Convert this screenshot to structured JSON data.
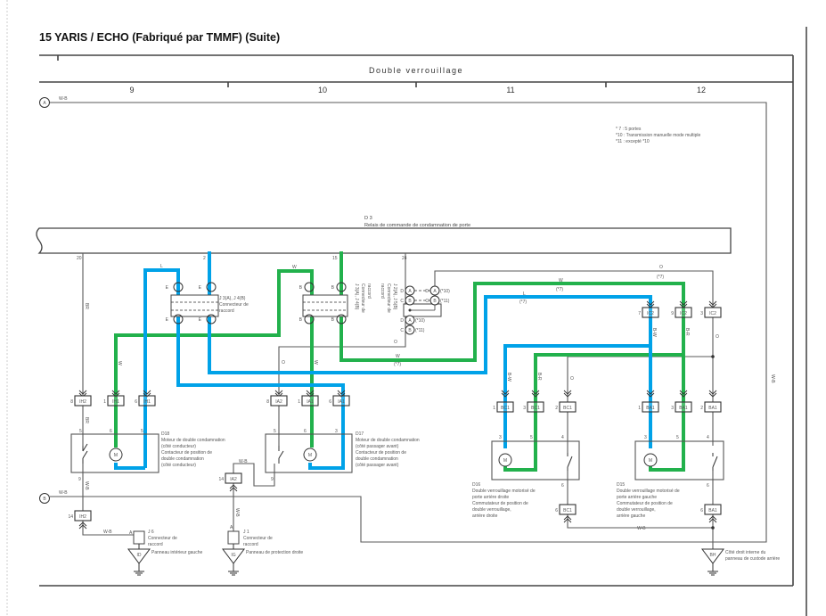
{
  "title": "15 YARIS / ECHO (Fabriqué par TMMF) (Suite)",
  "section_title": "Double verrouillage",
  "columns": [
    "9",
    "10",
    "11",
    "12"
  ],
  "notes": [
    "* 7 : 5 portes",
    "*10 : Transmission manuelle mode multiple",
    "*11 : excepté *10"
  ],
  "refs": {
    "a": "A",
    "b": "B"
  },
  "relay": {
    "id": "D 3",
    "name": "Relais de commande de condamnation de porte",
    "pins": [
      "20",
      "2",
      "15",
      "24"
    ]
  },
  "wire_labels": {
    "wb": "W-B",
    "br": "BR",
    "l": "L",
    "w": "W",
    "o": "O",
    "star7": "(*7)",
    "bw": "B-W",
    "rb": "B-R"
  },
  "junctions": {
    "j3j4_left": {
      "lines": [
        "J 3(A), J 4(B)",
        "Connecteur de",
        "raccord"
      ],
      "pin": "E"
    },
    "j3j4_right": {
      "lines": [
        "J 3(A), J 4(B)",
        "Connecteur de",
        "raccord"
      ],
      "pin": "B"
    },
    "j2j5": {
      "lines": [
        "J 2(A), J 5(B)",
        "Connecteur de",
        "raccord"
      ],
      "pins": [
        "D",
        "C",
        "A",
        "B"
      ],
      "notes": [
        "(*10)",
        "(*11)"
      ]
    },
    "j6": {
      "lines": [
        "J 6",
        "Connecteur de",
        "raccord"
      ],
      "pin": "A"
    },
    "j1": {
      "lines": [
        "J 1",
        "Connecteur de",
        "raccord"
      ],
      "pin": "A"
    }
  },
  "connectors": {
    "ih2": "IH2",
    "ih1": "IH1",
    "ia2": "IA2",
    "ia1": "IA1",
    "ic2": "IC2",
    "bc1": "BC1",
    "ba1": "BA1",
    "pins": {
      "p1": "1",
      "p2": "2",
      "p3": "3",
      "p6": "6",
      "p7": "7",
      "p8": "8",
      "p9": "9",
      "p14": "14"
    }
  },
  "components": {
    "d18": {
      "lines": [
        "D18",
        "Moteur de double condamnation",
        "(côté conducteur)",
        "Contacteur de position de",
        "double condamnation",
        "(côté conducteur)"
      ],
      "pins": [
        "5",
        "6",
        "5",
        "9"
      ]
    },
    "d17": {
      "lines": [
        "D17",
        "Moteur de double condamnation",
        "(côté passager avant)",
        "Contacteur de position de",
        "double condamnation",
        "(côté passager avant)"
      ],
      "pins": [
        "5",
        "6",
        "3",
        "9"
      ]
    },
    "d16": {
      "lines": [
        "D16",
        "Double verrouillage motorisé de",
        "porte arrière droite",
        "Commutateur de position de",
        "double verrouillage,",
        "arrière droite"
      ],
      "pins": [
        "3",
        "5",
        "4",
        "6"
      ]
    },
    "d15": {
      "lines": [
        "D15",
        "Double verrouillage motorisé de",
        "porte arrière gauche",
        "Commutateur de position de",
        "double verrouillage,",
        "arrière gauche"
      ],
      "pins": [
        "3",
        "5",
        "4",
        "6"
      ]
    },
    "motor": "M"
  },
  "grounds": {
    "id": {
      "code": "ID",
      "lines": [
        "Panneau intérieur gauche"
      ]
    },
    "ig": {
      "code": "IG",
      "lines": [
        "Panneau de protection droite"
      ]
    },
    "bh": {
      "code": "BH",
      "lines": [
        "Côté droit interne du",
        "panneau de custode arrière"
      ]
    }
  },
  "colors": {
    "blue_highlight": "#00a2e8",
    "green_highlight": "#22b14c",
    "wire": "#5a5a5a"
  }
}
